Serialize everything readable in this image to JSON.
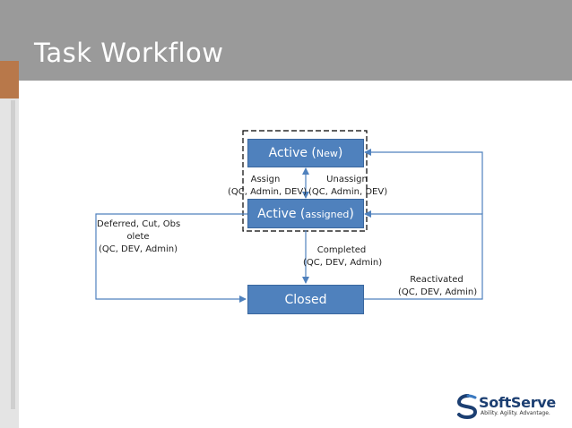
{
  "slide": {
    "title": "Task Workflow"
  },
  "states": {
    "active_new": {
      "main": "Active (",
      "sub": "New",
      "close": ")"
    },
    "active_assigned": {
      "main": "Active (",
      "sub": "assigned",
      "close": ")"
    },
    "closed": "Closed"
  },
  "transitions": {
    "assign": {
      "name": "Assign",
      "roles": "(QC, Admin, DEV)"
    },
    "unassign": {
      "name": "Unassign",
      "roles": "(QC, Admin, DEV)"
    },
    "completed": {
      "name": "Completed",
      "roles": "(QC, DEV, Admin)"
    },
    "deferred": {
      "name_line1": "Deferred, Cut, Obs",
      "name_line2": "olete",
      "roles": "(QC, DEV, Admin)"
    },
    "reactivated": {
      "name": "Reactivated",
      "roles": "(QC, DEV, Admin)"
    }
  },
  "logo": {
    "name": "SoftServe",
    "tagline": "Ability. Agility. Advantage."
  },
  "colors": {
    "header": "#9a9a9a",
    "accent": "#b8784a",
    "state_fill": "#4f81bd",
    "arrow": "#4f81bd",
    "logo_blue": "#1c3f72"
  },
  "icons": {
    "logo_mark": "softserve-swirl-icon"
  }
}
